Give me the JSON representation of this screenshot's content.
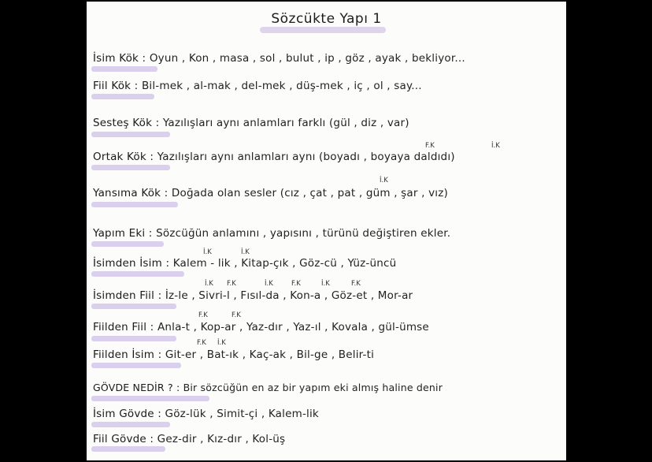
{
  "title": "Sözcükte Yapı 1",
  "lines": [
    {
      "label": "İsim Kök :",
      "text": "Oyun , Kon , masa , sol , bulut , ip , göz , ayak , bekliyor..."
    },
    {
      "label": "Fiil Kök :",
      "text": "Bil-mek , al-mak , del-mek , düş-mek , iç , ol , say..."
    },
    {
      "label": "Sesteş Kök :",
      "text": "Yazılışları aynı anlamları farklı (gül , diz , var)"
    },
    {
      "label": "Ortak Kök :",
      "text": "Yazılışları aynı anlamları aynı (boyadı , boyaya daldıdı)"
    },
    {
      "label": "Yansıma Kök :",
      "text": "Doğada olan sesler (cız , çat , pat , güm , şar , vız)"
    },
    {
      "label": "Yapım Eki :",
      "text": "Sözcüğün anlamını , yapısını , türünü değiştiren ekler."
    },
    {
      "label": "İsimden İsim :",
      "text": "Kalem - lik , Kitap-çık , Göz-cü , Yüz-üncü"
    },
    {
      "label": "İsimden Fiil :",
      "text": "İz-le , Sivri-l , Fısıl-da , Kon-a , Göz-et , Mor-ar"
    },
    {
      "label": "Fiilden Fiil :",
      "text": "Anla-t , Kop-ar , Yaz-dır , Yaz-ıl , Kovala , gül-ümse"
    },
    {
      "label": "Fiilden İsim :",
      "text": "Git-er , Bat-ık , Kaç-ak , Bil-ge , Belir-ti"
    },
    {
      "label": "GÖVDE NEDİR ? :",
      "text": "Bir sözcüğün en az bir yapım eki almış haline denir"
    },
    {
      "label": "İsim Gövde :",
      "text": "Göz-lük , Simit-çi , Kalem-lik"
    },
    {
      "label": "Fiil Gövde :",
      "text": "Gez-dir , Kız-dır , Kol-üş"
    }
  ],
  "annotations": {
    "ortak_1": "F.K",
    "ortak_2": "İ.K",
    "yansima_1": "İ.K",
    "isimden_isim_1": "İ.K",
    "isimden_isim_2": "İ.K",
    "isimden_fiil": [
      "İ.K",
      "F.K",
      "İ.K",
      "F.K",
      "İ.K",
      "F.K"
    ],
    "fiilden_fiil": [
      "F.K",
      "F.K"
    ],
    "fiilden_isim": [
      "F.K",
      "İ.K"
    ]
  },
  "colors": {
    "highlighter": "#cfc2ea",
    "paper": "#fcfcfa",
    "ink": "#222222"
  }
}
